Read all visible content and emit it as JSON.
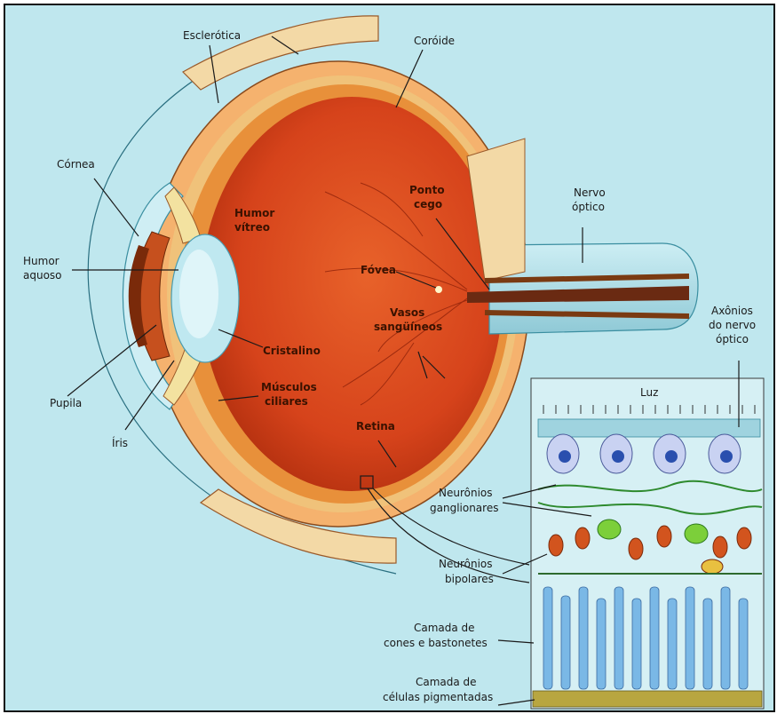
{
  "labels": {
    "esclerotica": "Esclerótica",
    "coroide": "Coróide",
    "cornea": "Córnea",
    "humor_aquoso_1": "Humor",
    "humor_aquoso_2": "aquoso",
    "pupila": "Pupila",
    "iris": "Íris",
    "humor_vitreo_1": "Humor",
    "humor_vitreo_2": "vítreo",
    "ponto_cego_1": "Ponto",
    "ponto_cego_2": "cego",
    "fovea": "Fóvea",
    "vasos_1": "Vasos",
    "vasos_2": "sangüíneos",
    "cristalino": "Cristalino",
    "musculos_1": "Músculos",
    "musculos_2": "ciliares",
    "retina": "Retina",
    "nervo_1": "Nervo",
    "nervo_2": "óptico",
    "axonios_1": "Axônios",
    "axonios_2": "do nervo",
    "axonios_3": "óptico",
    "luz": "Luz",
    "ganglionares_1": "Neurônios",
    "ganglionares_2": "ganglionares",
    "bipolares_1": "Neurônios",
    "bipolares_2": "bipolares",
    "cones_1": "Camada de",
    "cones_2": "cones e bastonetes",
    "pigmentadas_1": "Camada de",
    "pigmentadas_2": "células pigmentadas"
  },
  "colors": {
    "background": "#bfe7ee",
    "globe": "#d8461c",
    "sclera": "#f0a868",
    "choroid": "#e88a3c",
    "lens": "#bfe8f0",
    "nerve": "#9fd3df"
  }
}
